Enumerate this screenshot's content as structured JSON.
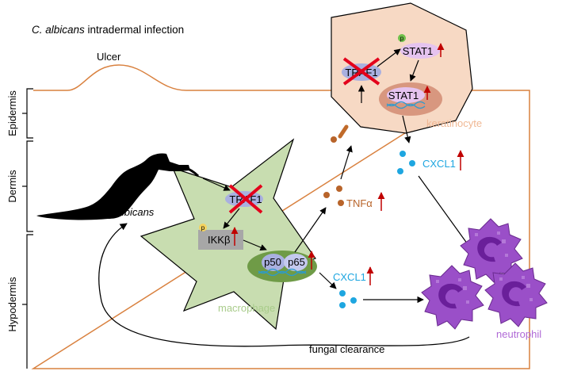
{
  "title": {
    "italic": "C. albicans",
    "rest": " intradermal infection"
  },
  "layers": {
    "epidermis": "Epidermis",
    "dermis": "Dermis",
    "hypodermis": "Hypodermis"
  },
  "ulcer": "Ulcer",
  "pathogen": "C. albicans",
  "macrophage": {
    "label": "macrophage",
    "traf": "TRAF1",
    "ikk": "IKKβ",
    "phospho": "p",
    "p50": "p50",
    "p65": "p65"
  },
  "keratinocyte": {
    "label": "keratinocyte",
    "traf": "TRAF1",
    "stat1_top": "STAT1",
    "stat1_nucleus": "STAT1",
    "phospho": "p"
  },
  "cytokines": {
    "tnf": "TNFα",
    "cxcl1_upper": "CXCL1",
    "cxcl1_lower": "CXCL1"
  },
  "neutrophil": "neutrophil",
  "clearance": "fungal clearance",
  "colors": {
    "skin_line": "#d9813f",
    "macrophage_fill": "#c8ddb0",
    "macrophage_text": "#a9cc8b",
    "keratinocyte_fill": "#f7d9c4",
    "keratinocyte_text": "#f0b894",
    "cxcl1": "#1ea6e0",
    "tnf": "#b8642a",
    "neutrophil_fill": "#9a4fc8",
    "neutrophil_text": "#b06ad6",
    "up_arrow": "#c00000",
    "cross": "#e3001b"
  }
}
